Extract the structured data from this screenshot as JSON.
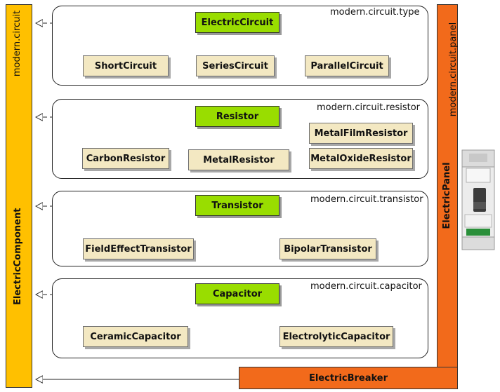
{
  "left_bar": {
    "package": "modern.circuit",
    "class": "ElectricComponent",
    "color": "#ffc000"
  },
  "right_bar": {
    "package": "modern.circuit.panel",
    "class": "ElectricPanel",
    "color": "#f26a1b"
  },
  "breaker": {
    "label": "ElectricBreaker"
  },
  "packages": [
    {
      "name": "modern.circuit.type",
      "parent": "ElectricCircuit",
      "children": [
        "ShortCircuit",
        "SeriesCircuit",
        "ParallelCircuit"
      ]
    },
    {
      "name": "modern.circuit.resistor",
      "parent": "Resistor",
      "children": [
        "CarbonResistor",
        "MetalResistor"
      ],
      "grandchildren": [
        "MetalFilmResistor",
        "MetalOxideResistor"
      ]
    },
    {
      "name": "modern.circuit.transistor",
      "parent": "Transistor",
      "children": [
        "FieldEffectTransistor",
        "BipolarTransistor"
      ]
    },
    {
      "name": "modern.circuit.capacitor",
      "parent": "Capacitor",
      "children": [
        "CeramicCapacitor",
        "ElectrolyticCapacitor"
      ]
    }
  ],
  "colors": {
    "parent_fill": "#99dd00",
    "child_fill": "#f3e8c2",
    "panel_orange": "#f26a1b",
    "component_yellow": "#ffc000"
  },
  "device_image": {
    "icon": "circuit-breaker-device-icon"
  }
}
